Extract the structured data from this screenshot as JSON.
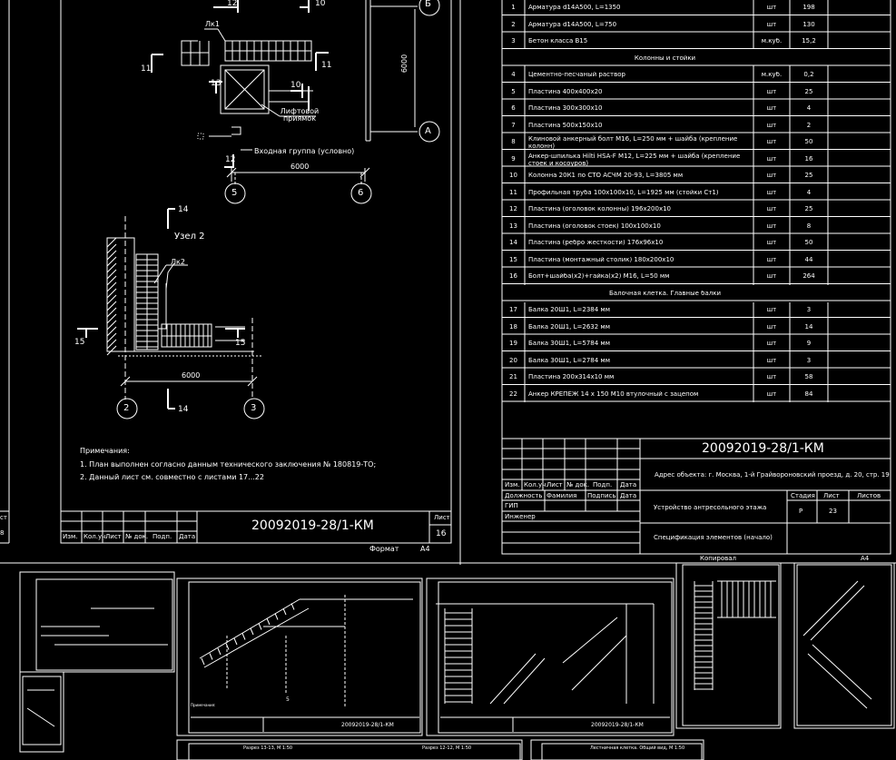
{
  "drawing_number": "20092019-28/1-КМ",
  "left_sheet": {
    "sheet_label": "Лист",
    "sheet_number": "16",
    "format_label": "Формат",
    "format_value": "А4",
    "notes_title": "Примечания:",
    "notes": [
      "1. План выполнен согласно данным технического заключения № 180819-ТО;",
      "2. Данный лист см. совместно с листами 17...22"
    ],
    "title_cols": [
      "Изм.",
      "Кол.уч.",
      "Лист",
      "№ док.",
      "Подп.",
      "Дата"
    ],
    "plan": {
      "dim_6000_vertical": "6000",
      "dim_6000_horizontal": "6000",
      "axis_A": "А",
      "axis_B": "Б",
      "axis_5": "5",
      "axis_6": "6",
      "lk1": "Лк1",
      "elevator_pit": "Лифтовой приямок",
      "entrance_group": "Входная группа (условно)",
      "cut_labels": [
        "12",
        "10",
        "11",
        "13",
        "10",
        "11",
        "12"
      ]
    },
    "node2": {
      "title": "Узел 2",
      "cut_top": "14",
      "cut_bottom": "14",
      "cut_left": "15",
      "cut_right": "15",
      "lk2": "Лк2",
      "dim": "6000",
      "axis_2": "2",
      "axis_3": "3"
    },
    "left_edge_fragments": [
      "ст",
      "8"
    ]
  },
  "spec_table": {
    "rows": [
      {
        "n": "1",
        "name": "Арматура d14A500, L=1350",
        "unit": "шт",
        "qty": "198"
      },
      {
        "n": "2",
        "name": "Арматура d14A500, L=750",
        "unit": "шт",
        "qty": "130"
      },
      {
        "n": "3",
        "name": "Бетон класса В15",
        "unit": "м.куб.",
        "qty": "15,2"
      },
      {
        "section": "Колонны и стойки"
      },
      {
        "n": "4",
        "name": "Цементно-песчаный раствор",
        "unit": "м.куб.",
        "qty": "0,2"
      },
      {
        "n": "5",
        "name": "Пластина 400х400х20",
        "unit": "шт",
        "qty": "25"
      },
      {
        "n": "6",
        "name": "Пластина 300х300х10",
        "unit": "шт",
        "qty": "4"
      },
      {
        "n": "7",
        "name": "Пластина 500х150х10",
        "unit": "шт",
        "qty": "2"
      },
      {
        "n": "8",
        "name": "Клиновой анкерный болт М16, L=250 мм + шайба (крепление колонн)",
        "unit": "шт",
        "qty": "50"
      },
      {
        "n": "9",
        "name": "Анкер-шпилька Hilti HSA-F M12, L=225 мм + шайба (крепление стоек и косоуров)",
        "unit": "шт",
        "qty": "16"
      },
      {
        "n": "10",
        "name": "Колонна 20К1 по СТО АСЧМ 20-93, L=3805 мм",
        "unit": "шт",
        "qty": "25"
      },
      {
        "n": "11",
        "name": "Профильная труба 100х100х10, L=1925 мм (стойки Ст1)",
        "unit": "шт",
        "qty": "4"
      },
      {
        "n": "12",
        "name": "Пластина (оголовок колонны) 196х200х10",
        "unit": "шт",
        "qty": "25"
      },
      {
        "n": "13",
        "name": "Пластина (оголовок стоек) 100х100х10",
        "unit": "шт",
        "qty": "8"
      },
      {
        "n": "14",
        "name": "Пластина (ребро жесткости) 176х96х10",
        "unit": "шт",
        "qty": "50"
      },
      {
        "n": "15",
        "name": "Пластина (монтажный столик) 180х200х10",
        "unit": "шт",
        "qty": "44"
      },
      {
        "n": "16",
        "name": "Болт+шайба(х2)+гайка(х2) М16, L=50 мм",
        "unit": "шт",
        "qty": "264"
      },
      {
        "section": "Балочная клетка. Главные балки"
      },
      {
        "n": "17",
        "name": "Балка 20Ш1, L=2384 мм",
        "unit": "шт",
        "qty": "3"
      },
      {
        "n": "18",
        "name": "Балка 20Ш1, L=2632 мм",
        "unit": "шт",
        "qty": "14"
      },
      {
        "n": "19",
        "name": "Балка 30Ш1, L=5784 мм",
        "unit": "шт",
        "qty": "9"
      },
      {
        "n": "20",
        "name": "Балка 30Ш1, L=2784 мм",
        "unit": "шт",
        "qty": "3"
      },
      {
        "n": "21",
        "name": "Пластина 200х314х10 мм",
        "unit": "шт",
        "qty": "58"
      },
      {
        "n": "22",
        "name": "Анкер КРЕПЕЖ 14 х 150 М10 втулочный с зацепом",
        "unit": "шт",
        "qty": "84"
      }
    ]
  },
  "right_title_block": {
    "address": "Адрес объекта: г. Москва, 1-й Грайвороновский проезд, д. 20, стр. 19",
    "cols": [
      "Изм.",
      "Кол.уч.",
      "Лист",
      "№ док.",
      "Подп.",
      "Дата"
    ],
    "role_header": [
      "Должность",
      "Фамилия",
      "Подпись",
      "Дата"
    ],
    "roles": [
      "ГИП",
      "Инженер"
    ],
    "design_title": "Устройство антресольного этажа",
    "sheet_title": "Спецификация элементов (начало)",
    "stage_label": "Стадия",
    "sheet_label": "Лист",
    "sheets_label": "Листов",
    "stage": "Р",
    "sheet": "23",
    "copied": "Копировал",
    "format": "А4"
  },
  "thumbnails": {
    "sheet_a_number": "20092019-28/1-КМ",
    "sheet_b_number": "20092019-28/1-КМ",
    "sheet_b_notes": "Примечания:",
    "bottom_headers": [
      "Разрез 13-13, М 1:50",
      "Разрез 12-12, М 1:50",
      "Лестничная клетка. Общий вид, М 1:50"
    ],
    "marker_5": "5"
  }
}
